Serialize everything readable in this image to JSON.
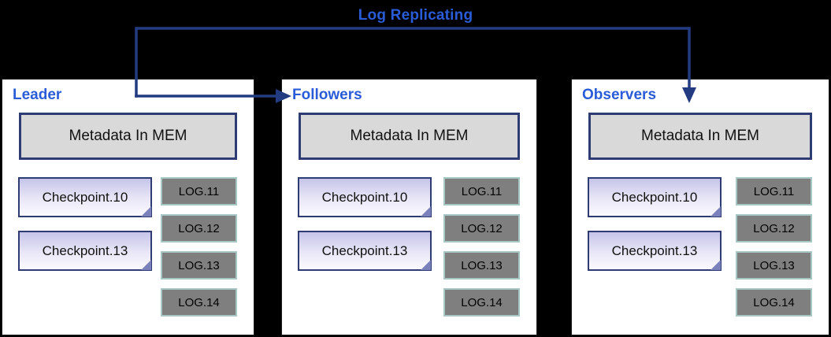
{
  "header": {
    "title": "Log Replicating"
  },
  "colors": {
    "accent_blue": "#2a5cd8",
    "arrow": "#233b80",
    "metadata_fill": "#d9d9d9",
    "metadata_border": "#2f3c74",
    "checkpoint_fill_top": "#c6c4e9",
    "log_fill": "#7f7f7f",
    "log_border": "#a7c7c5",
    "background": "#000000"
  },
  "panels": [
    {
      "title": "Leader",
      "metadata_label": "Metadata In MEM",
      "checkpoints": [
        "Checkpoint.10",
        "Checkpoint.13"
      ],
      "logs": [
        "LOG.11",
        "LOG.12",
        "LOG.13",
        "LOG.14"
      ]
    },
    {
      "title": "Followers",
      "metadata_label": "Metadata In MEM",
      "checkpoints": [
        "Checkpoint.10",
        "Checkpoint.13"
      ],
      "logs": [
        "LOG.11",
        "LOG.12",
        "LOG.13",
        "LOG.14"
      ]
    },
    {
      "title": "Observers",
      "metadata_label": "Metadata In MEM",
      "checkpoints": [
        "Checkpoint.10",
        "Checkpoint.13"
      ],
      "logs": [
        "LOG.11",
        "LOG.12",
        "LOG.13",
        "LOG.14"
      ]
    }
  ]
}
